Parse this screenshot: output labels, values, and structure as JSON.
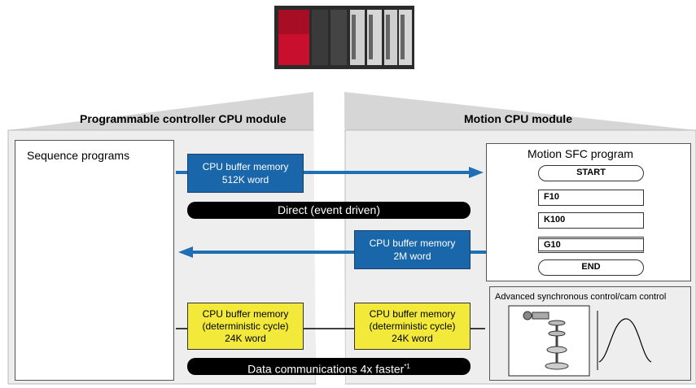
{
  "headers": {
    "left": "Programmable controller CPU module",
    "right": "Motion CPU module"
  },
  "sequence": {
    "title": "Sequence programs"
  },
  "buffers": {
    "plc_to_motion": {
      "line1": "CPU buffer memory",
      "line2": "512K word"
    },
    "motion_to_plc": {
      "line1": "CPU buffer memory",
      "line2": "2M word"
    },
    "det_left": {
      "line1": "CPU buffer memory",
      "line2": "(deterministic cycle)",
      "line3": "24K word"
    },
    "det_right": {
      "line1": "CPU buffer memory",
      "line2": "(deterministic cycle)",
      "line3": "24K word"
    }
  },
  "pills": {
    "direct": "Direct (event driven)",
    "faster": "Data communications 4x faster",
    "footnote": "*1"
  },
  "sfc": {
    "title": "Motion SFC program",
    "steps": [
      "START",
      "F10",
      "K100",
      "G10",
      "END"
    ]
  },
  "advanced": {
    "title": "Advanced synchronous control/cam control"
  },
  "colors": {
    "blue_box": "#1a66aa",
    "arrow_blue": "#1f6fb5",
    "yellow_box": "#f2e93a",
    "panel_gray": "#efefef",
    "plc_red": "#c8102e"
  }
}
